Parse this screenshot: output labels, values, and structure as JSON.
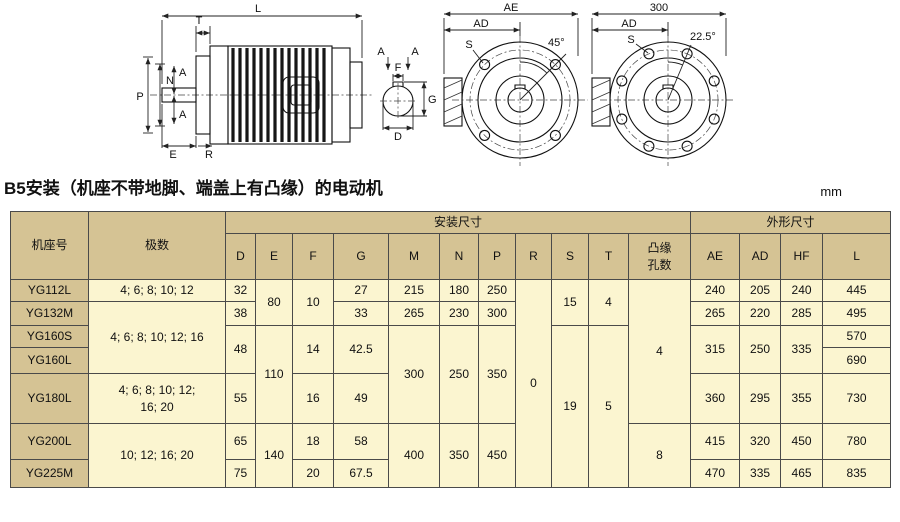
{
  "title": "B5安装（机座不带地脚、端盖上有凸缘）的电动机",
  "unit": "mm",
  "drawings": {
    "side_view": {
      "L": "L",
      "T": "T",
      "P": "P",
      "N": "N",
      "A_upper": "A",
      "A_lower": "A",
      "E": "E",
      "R": "R"
    },
    "shaft_section": {
      "A_left": "A",
      "A_right": "A",
      "F": "F",
      "G": "G",
      "D": "D"
    },
    "end_view_4hole": {
      "AE": "AE",
      "AD": "AD",
      "S": "S",
      "angle": "45°"
    },
    "end_view_8hole": {
      "width": "300",
      "AD": "AD",
      "S": "S",
      "angle": "22.5°"
    }
  },
  "table": {
    "head_rows": [
      [
        {
          "t": "机座号",
          "rs": 2,
          "n": "frame-col-header"
        },
        {
          "t": "极数",
          "rs": 2,
          "n": "poles-col-header"
        },
        {
          "t": "安装尺寸",
          "cs": 11,
          "n": "mounting-dims-group-header"
        },
        {
          "t": "外形尺寸",
          "cs": 4,
          "n": "outline-dims-group-header"
        }
      ],
      [
        {
          "t": "D"
        },
        {
          "t": "E"
        },
        {
          "t": "F"
        },
        {
          "t": "G"
        },
        {
          "t": "M"
        },
        {
          "t": "N"
        },
        {
          "t": "P"
        },
        {
          "t": "R"
        },
        {
          "t": "S"
        },
        {
          "t": "T"
        },
        {
          "t": "凸缘\n孔数",
          "c": "pre",
          "n": "flange-holes-col-header"
        },
        {
          "t": "AE"
        },
        {
          "t": "AD"
        },
        {
          "t": "HF"
        },
        {
          "t": "L"
        }
      ]
    ],
    "body_rows": [
      [
        {
          "t": "YG112L",
          "c": "frame"
        },
        {
          "t": "4; 6; 8; 10; 12"
        },
        {
          "t": "32"
        },
        {
          "t": "80",
          "rs": 2
        },
        {
          "t": "10",
          "rs": 2
        },
        {
          "t": "27"
        },
        {
          "t": "215"
        },
        {
          "t": "180"
        },
        {
          "t": "250"
        },
        {
          "t": "0",
          "rs": 7
        },
        {
          "t": "15",
          "rs": 2
        },
        {
          "t": "4",
          "rs": 2
        },
        {
          "t": "4",
          "rs": 5
        },
        {
          "t": "240"
        },
        {
          "t": "205"
        },
        {
          "t": "240"
        },
        {
          "t": "445"
        }
      ],
      [
        {
          "t": "YG132M",
          "c": "frame"
        },
        {
          "t": "4; 6; 8; 10; 12; 16",
          "rs": 3
        },
        {
          "t": "38"
        },
        {
          "t": "33"
        },
        {
          "t": "265"
        },
        {
          "t": "230"
        },
        {
          "t": "300"
        },
        {
          "t": "265"
        },
        {
          "t": "220"
        },
        {
          "t": "285"
        },
        {
          "t": "495"
        }
      ],
      [
        {
          "t": "YG160S",
          "c": "frame"
        },
        {
          "t": "48",
          "rs": 2
        },
        {
          "t": "110",
          "rs": 3
        },
        {
          "t": "14",
          "rs": 2
        },
        {
          "t": "42.5",
          "rs": 2
        },
        {
          "t": "300",
          "rs": 3
        },
        {
          "t": "250",
          "rs": 3
        },
        {
          "t": "350",
          "rs": 3
        },
        {
          "t": "19",
          "rs": 5
        },
        {
          "t": "5",
          "rs": 5
        },
        {
          "t": "315",
          "rs": 2
        },
        {
          "t": "250",
          "rs": 2
        },
        {
          "t": "335",
          "rs": 2
        },
        {
          "t": "570"
        }
      ],
      [
        {
          "t": "YG160L",
          "c": "frame"
        },
        {
          "t": "690"
        }
      ],
      [
        {
          "t": "YG180L",
          "c": "frame"
        },
        {
          "t": "4; 6; 8; 10; 12;\n16; 20",
          "c": "pre"
        },
        {
          "t": "55"
        },
        {
          "t": "16"
        },
        {
          "t": "49"
        },
        {
          "t": "360"
        },
        {
          "t": "295"
        },
        {
          "t": "355"
        },
        {
          "t": "730"
        }
      ],
      [
        {
          "t": "YG200L",
          "c": "frame"
        },
        {
          "t": "10; 12; 16; 20",
          "rs": 2
        },
        {
          "t": "65"
        },
        {
          "t": "140",
          "rs": 2
        },
        {
          "t": "18"
        },
        {
          "t": "58"
        },
        {
          "t": "400",
          "rs": 2
        },
        {
          "t": "350",
          "rs": 2
        },
        {
          "t": "450",
          "rs": 2
        },
        {
          "t": "8",
          "rs": 2
        },
        {
          "t": "415"
        },
        {
          "t": "320"
        },
        {
          "t": "450"
        },
        {
          "t": "780"
        }
      ],
      [
        {
          "t": "YG225M",
          "c": "frame"
        },
        {
          "t": "75"
        },
        {
          "t": "20"
        },
        {
          "t": "67.5"
        },
        {
          "t": "470"
        },
        {
          "t": "335"
        },
        {
          "t": "465"
        },
        {
          "t": "835"
        }
      ]
    ]
  },
  "colors": {
    "header_bg": "#d5c394",
    "cell_bg": "#fbf5d0",
    "border": "#4a4a4a",
    "line": "#111111"
  }
}
